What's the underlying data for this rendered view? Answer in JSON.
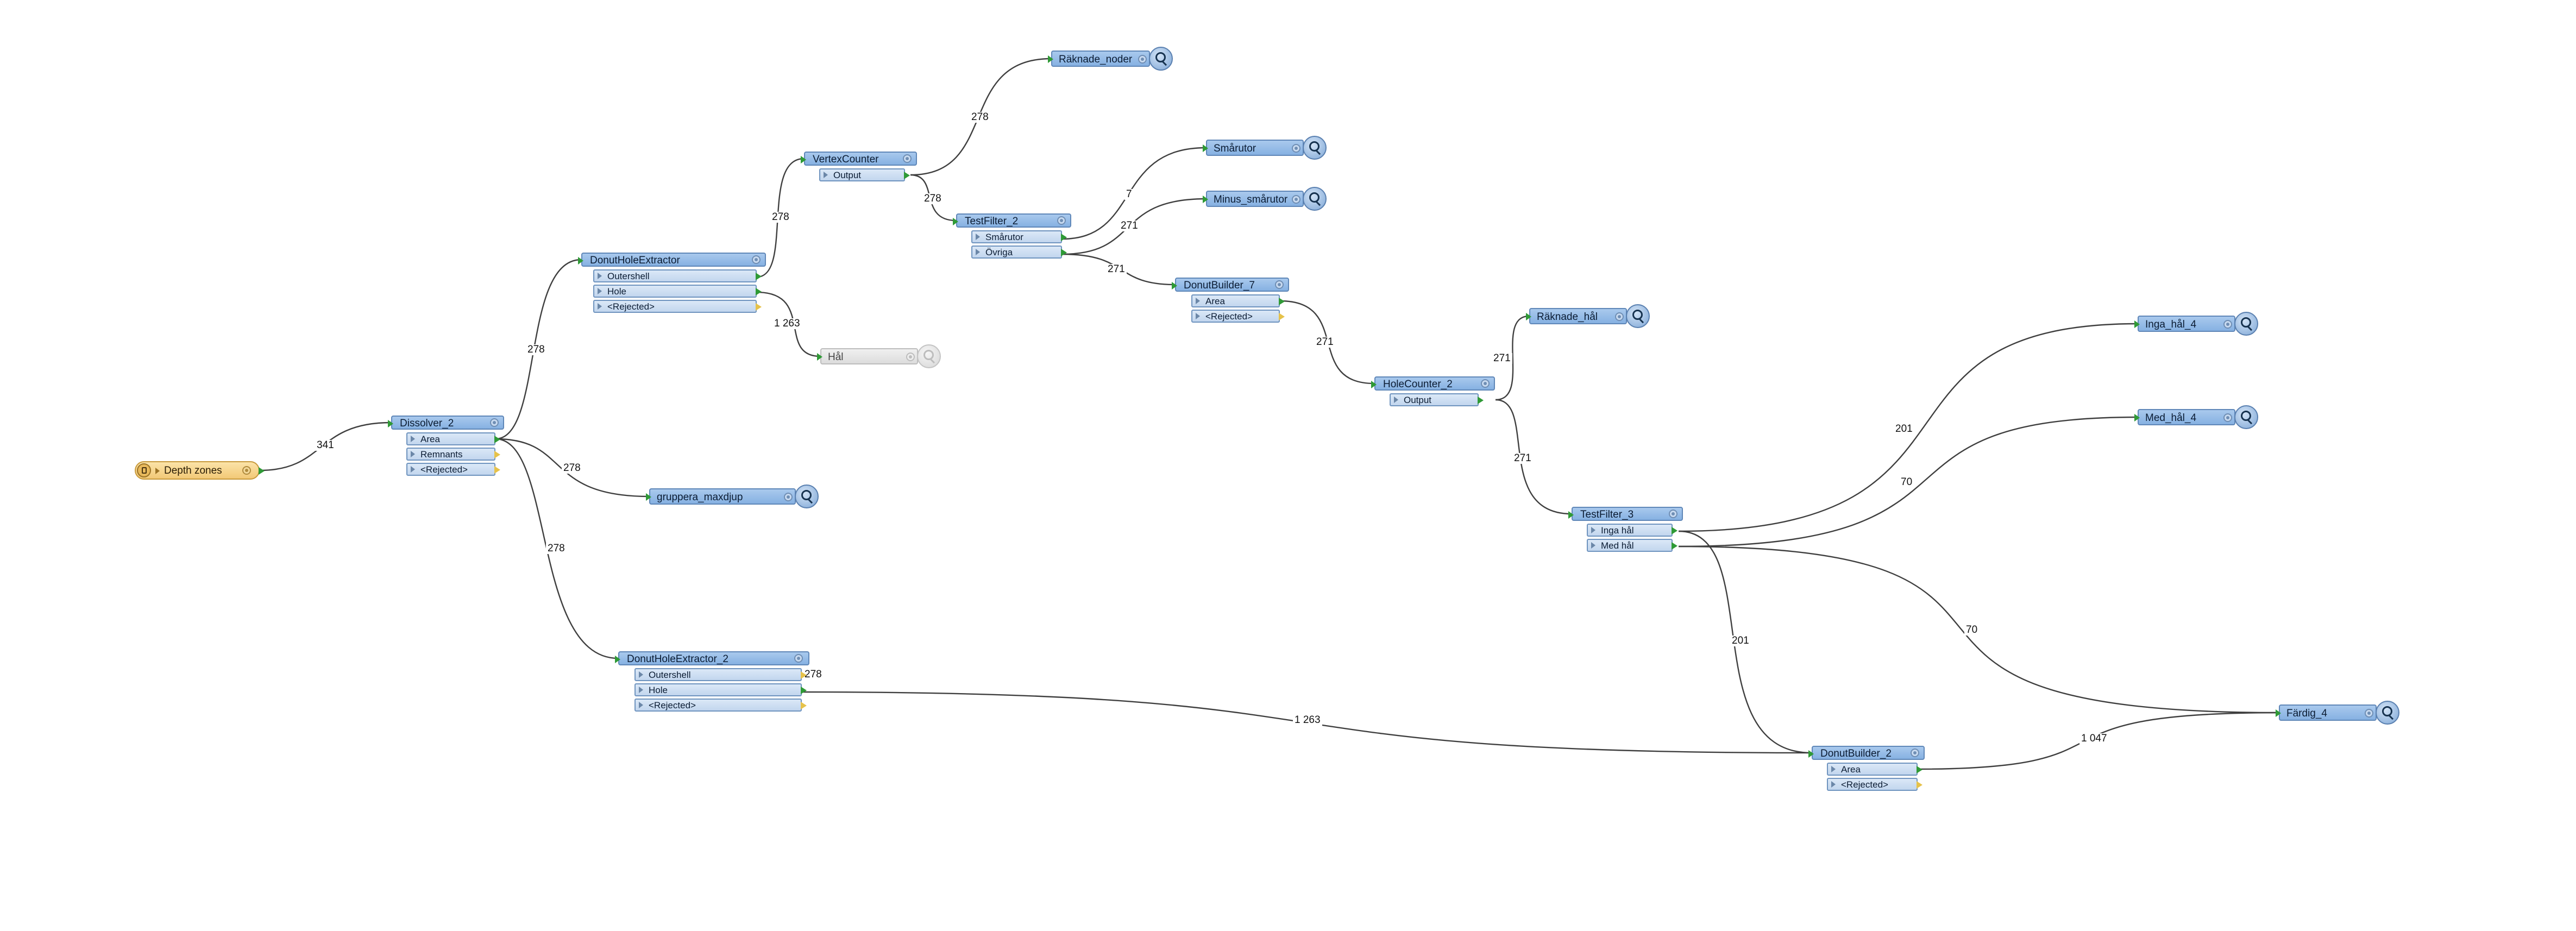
{
  "colors": {
    "transformer_fill": "#9fc2ea",
    "reader_fill": "#f6d48a",
    "output_port_green": "#2f9a36",
    "output_port_yellow": "#e6c24a",
    "wire": "#3f3f3f"
  },
  "icons": {
    "inspector": "magnifier-icon",
    "settings": "gear-icon",
    "reader": "reader-icon"
  },
  "nodes": {
    "depth_zones": {
      "title": "Depth zones"
    },
    "dissolver_2": {
      "title": "Dissolver_2",
      "ports": [
        "Area",
        "Remnants",
        "<Rejected>"
      ]
    },
    "donut_hole_extractor": {
      "title": "DonutHoleExtractor",
      "ports": [
        "Outershell",
        "Hole",
        "<Rejected>"
      ]
    },
    "donut_hole_extractor_2": {
      "title": "DonutHoleExtractor_2",
      "ports": [
        "Outershell",
        "Hole",
        "<Rejected>"
      ]
    },
    "vertex_counter": {
      "title": "VertexCounter",
      "ports": [
        "Output"
      ]
    },
    "test_filter_2": {
      "title": "TestFilter_2",
      "ports": [
        "Smårutor",
        "Övriga"
      ]
    },
    "donut_builder_7": {
      "title": "DonutBuilder_7",
      "ports": [
        "Area",
        "<Rejected>"
      ]
    },
    "hole_counter_2": {
      "title": "HoleCounter_2",
      "ports": [
        "Output"
      ]
    },
    "test_filter_3": {
      "title": "TestFilter_3",
      "ports": [
        "Inga hål",
        "Med hål"
      ]
    },
    "donut_builder_2": {
      "title": "DonutBuilder_2",
      "ports": [
        "Area",
        "<Rejected>"
      ]
    },
    "raknade_noder": {
      "title": "Räknade_noder"
    },
    "smarutor": {
      "title": "Smårutor"
    },
    "minus_smarutor": {
      "title": "Minus_smårutor"
    },
    "hal": {
      "title": "Hål"
    },
    "gruppera_maxdjup": {
      "title": "gruppera_maxdjup"
    },
    "raknade_hal": {
      "title": "Räknade_hål"
    },
    "inga_hal_4": {
      "title": "Inga_hål_4"
    },
    "med_hal_4": {
      "title": "Med_hål_4"
    },
    "fardig_4": {
      "title": "Färdig_4"
    }
  },
  "connections": [
    {
      "from": "Depth zones",
      "to": "Dissolver_2",
      "count": "341"
    },
    {
      "from": "Dissolver_2.Area",
      "to": "DonutHoleExtractor",
      "count": "278"
    },
    {
      "from": "Dissolver_2.Area",
      "to": "gruppera_maxdjup",
      "count": "278"
    },
    {
      "from": "Dissolver_2.Area",
      "to": "DonutHoleExtractor_2",
      "count": "278"
    },
    {
      "from": "DonutHoleExtractor.Outershell",
      "to": "VertexCounter",
      "count": "278"
    },
    {
      "from": "DonutHoleExtractor.Hole",
      "to": "Hål",
      "count": "1 263"
    },
    {
      "from": "VertexCounter.Output",
      "to": "Räknade_noder",
      "count": "278"
    },
    {
      "from": "VertexCounter.Output",
      "to": "TestFilter_2",
      "count": "278"
    },
    {
      "from": "TestFilter_2.Smårutor",
      "to": "Smårutor",
      "count": "7"
    },
    {
      "from": "TestFilter_2.Övriga",
      "to": "Minus_smårutor",
      "count": "271"
    },
    {
      "from": "TestFilter_2.Övriga",
      "to": "DonutBuilder_7",
      "count": "271"
    },
    {
      "from": "DonutBuilder_7.Area",
      "to": "HoleCounter_2",
      "count": "271"
    },
    {
      "from": "HoleCounter_2.Output",
      "to": "Räknade_hål",
      "count": "271"
    },
    {
      "from": "HoleCounter_2.Output",
      "to": "TestFilter_3",
      "count": "271"
    },
    {
      "from": "TestFilter_3.Inga hål",
      "to": "Inga_hål_4",
      "count": "201"
    },
    {
      "from": "TestFilter_3.Med hål",
      "to": "Med_hål_4",
      "count": "70"
    },
    {
      "from": "TestFilter_3.Med hål",
      "to": "Färdig_4",
      "count": "70"
    },
    {
      "from": "TestFilter_3.Inga hål",
      "to": "DonutBuilder_2",
      "count": "201"
    },
    {
      "from": "DonutHoleExtractor_2.Hole",
      "to": "DonutBuilder_2",
      "count": "1 263"
    },
    {
      "from": "DonutHoleExtractor_2.Outershell",
      "to": "",
      "count": "278"
    },
    {
      "from": "DonutBuilder_2.Area",
      "to": "Färdig_4",
      "count": "1 047"
    }
  ]
}
